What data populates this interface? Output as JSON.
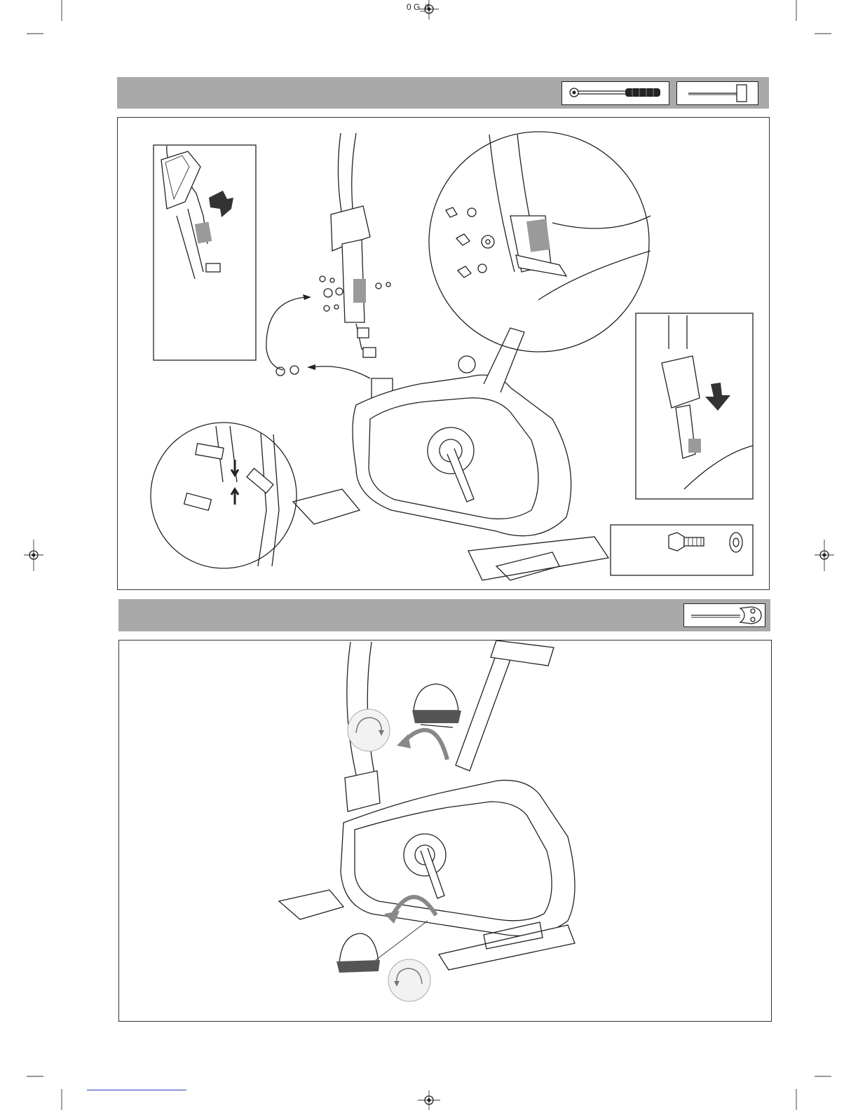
{
  "page": {
    "header_filename": "0 G_if",
    "colors": {
      "header_bar": "#a9a9a9",
      "label_grey": "#9a9a9a",
      "line": "#222222"
    }
  },
  "step1": {
    "tools": [
      "allen-key-wrench-icon",
      "t-handle-hex-key-icon"
    ],
    "insets": [
      "cover-slide-up-inset",
      "bolt-detail-magnified-inset",
      "cover-slide-down-inset",
      "cable-connector-inset"
    ],
    "parts": [
      "hex-bolt-icon",
      "washer-icon"
    ]
  },
  "step2": {
    "tools": [
      "pedal-wrench-icon"
    ],
    "rotation_icons": [
      "clockwise-rotation-icon",
      "counterclockwise-rotation-icon"
    ]
  }
}
